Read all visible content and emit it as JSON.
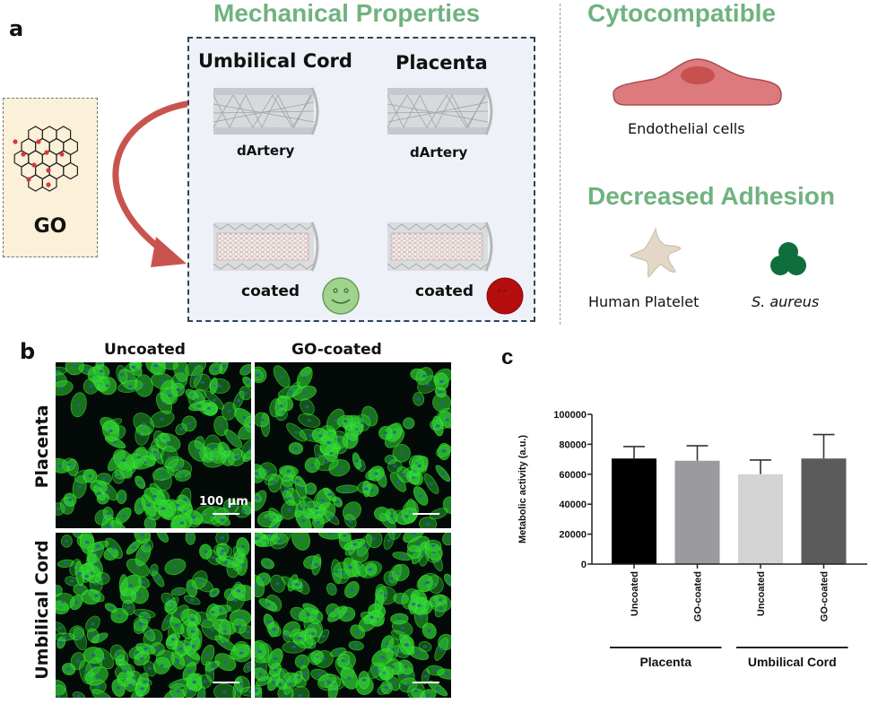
{
  "panel_a": {
    "letter": "a",
    "go_label": "GO",
    "mechanical": {
      "title": "Mechanical Properties",
      "columns": [
        {
          "header": "Umbilical Cord",
          "top_label": "dArtery",
          "bottom_label": "coated",
          "outcome": "happy-face",
          "outcome_color": "#9fd48e"
        },
        {
          "header": "Placenta",
          "top_label": "dArtery",
          "bottom_label": "coated",
          "outcome": "sad-face",
          "outcome_color": "#b50e0e"
        }
      ]
    },
    "cytocompatible": {
      "title": "Cytocompatible",
      "cell_label": "Endothelial cells",
      "cell_color": "#dd7a7d"
    },
    "adhesion": {
      "title": "Decreased Adhesion",
      "items": [
        {
          "label": "Human Platelet",
          "color": "#e3d8c8"
        },
        {
          "label": "S. aureus",
          "color": "#0f6e3b"
        }
      ]
    },
    "colors": {
      "heading_green": "#6fb37f",
      "arrow": "#c9544f",
      "go_box": "#fbf1d8",
      "mech_box": "#eef1f7"
    }
  },
  "panel_b": {
    "letter": "b",
    "col_headers": [
      "Uncoated",
      "GO-coated"
    ],
    "row_headers": [
      "Placenta",
      "Umbilical Cord"
    ],
    "scale_bar_label": "100 µm",
    "stain_colors": {
      "actin": "#2fd12f",
      "nuclei": "#2a5c9a"
    }
  },
  "chart_data": {
    "type": "bar",
    "panel_letter": "c",
    "categories": [
      "Uncoated",
      "GO-coated",
      "Uncoated",
      "GO-coated"
    ],
    "groups": [
      {
        "label": "Placenta",
        "members": [
          0,
          1
        ]
      },
      {
        "label": "Umbilical Cord",
        "members": [
          2,
          3
        ]
      }
    ],
    "values": [
      70500,
      69000,
      60000,
      70500
    ],
    "error_upper": [
      78500,
      79000,
      69500,
      86500
    ],
    "bar_colors": [
      "#000000",
      "#9b9b9f",
      "#d4d4d4",
      "#5b5b5b"
    ],
    "title": "",
    "xlabel": "",
    "ylabel": "Metabolic activity (a.u.)",
    "ylim": [
      0,
      100000
    ],
    "yticks": [
      0,
      20000,
      40000,
      60000,
      80000,
      100000
    ],
    "ytick_labels": [
      "0",
      "20000",
      "40000",
      "60000",
      "80000",
      "100000"
    ],
    "grid": false,
    "legend": "none"
  }
}
